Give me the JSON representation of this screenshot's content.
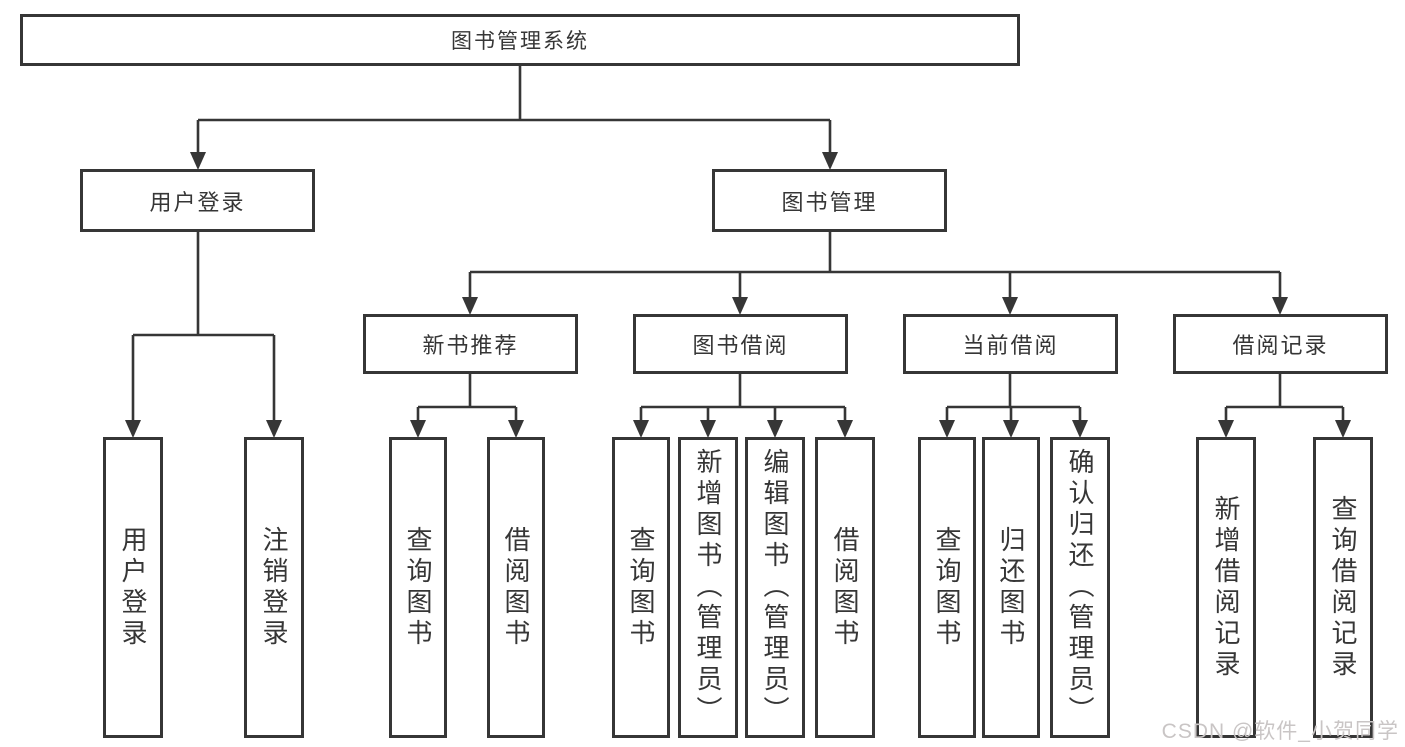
{
  "diagram_type": "hierarchy-tree",
  "colors": {
    "line": "#363636",
    "box_border": "#363636",
    "box_bg": "#ffffff",
    "text": "#363636",
    "watermark": "#c9c5c5"
  },
  "tree": {
    "label": "图书管理系统",
    "children": [
      {
        "label": "用户登录",
        "children": [
          {
            "label": "用户登录"
          },
          {
            "label": "注销登录"
          }
        ]
      },
      {
        "label": "图书管理",
        "children": [
          {
            "label": "新书推荐",
            "children": [
              {
                "label": "查询图书"
              },
              {
                "label": "借阅图书"
              }
            ]
          },
          {
            "label": "图书借阅",
            "children": [
              {
                "label": "查询图书"
              },
              {
                "label": "新增图书（管理员）"
              },
              {
                "label": "编辑图书（管理员）"
              },
              {
                "label": "借阅图书"
              }
            ]
          },
          {
            "label": "当前借阅",
            "children": [
              {
                "label": "查询图书"
              },
              {
                "label": "归还图书"
              },
              {
                "label": "确认归还（管理员）"
              }
            ]
          },
          {
            "label": "借阅记录",
            "children": [
              {
                "label": "新增借阅记录"
              },
              {
                "label": "查询借阅记录"
              }
            ]
          }
        ]
      }
    ]
  },
  "watermark": {
    "text": "CSDN @软件_小贺同学"
  }
}
